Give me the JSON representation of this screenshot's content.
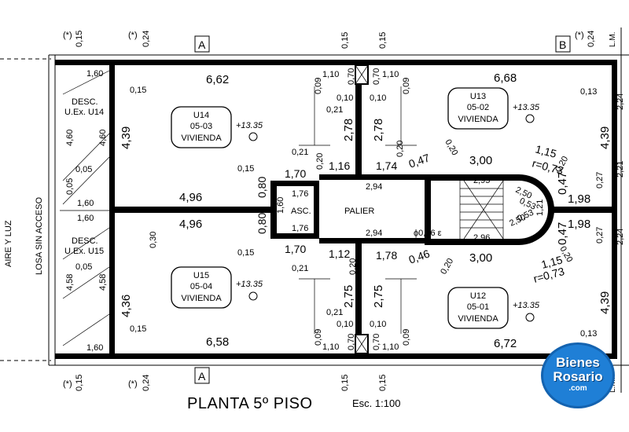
{
  "plan": {
    "title": "PLANTA 5º PISO",
    "scale": "Esc. 1:100",
    "section_a": "A",
    "section_b": "B",
    "lm": "L.M.",
    "left_labels": {
      "aire_luz": "AIRE Y LUZ",
      "losa": "LOSA SIN ACCESO"
    },
    "central": {
      "asc": "ASC.",
      "palier": "PALIER"
    },
    "units": [
      {
        "id": "U14",
        "code": "05-03",
        "type": "VIVIENDA",
        "level": "+13.35"
      },
      {
        "id": "U13",
        "code": "05-02",
        "type": "VIVIENDA",
        "level": "+13.35"
      },
      {
        "id": "U15",
        "code": "05-04",
        "type": "VIVIENDA",
        "level": "+13.35"
      },
      {
        "id": "U12",
        "code": "05-01",
        "type": "VIVIENDA",
        "level": "+13.35"
      }
    ],
    "desc": [
      {
        "line1": "DESC.",
        "line2": "U.Ex. U14"
      },
      {
        "line1": "DESC.",
        "line2": "U.Ex. U15"
      }
    ],
    "dims": {
      "d_662": "6,62",
      "d_668": "6,68",
      "d_658": "6,58",
      "d_672": "6,72",
      "d_496": "4,96",
      "d_198": "1,98",
      "d_439": "4,39",
      "d_436": "4,36",
      "d_170": "1,70",
      "d_116": "1,16",
      "d_174": "1,74",
      "d_112": "1,12",
      "d_178": "1,78",
      "d_300": "3,00",
      "d_278": "2,78",
      "d_275": "2,75",
      "d_080": "0,80",
      "d_047": "0,47",
      "d_046": "0,46",
      "d_294": "2,94",
      "d_176": "1,76",
      "d_160": "1,60",
      "d_015": "0,15",
      "d_024": "0,24",
      "d_013": "0,13",
      "d_110": "1,10",
      "d_070": "0,70",
      "d_010": "0,10",
      "d_021": "0,21",
      "d_009": "0,09",
      "d_020": "0,20",
      "d_030": "0,30",
      "d_460": "4,60",
      "d_458": "4,58",
      "d_005": "0,05",
      "d_295": "2,95",
      "d_296": "2,96",
      "d_250": "2,50",
      "d_053": "0,53",
      "d_121": "1,21",
      "d_115": "1,15",
      "d_r073": "r=0,73",
      "d_027": "0,27",
      "d_221": "2,21",
      "d_224": "2,24",
      "d_phi046": "ϕ0,46 ε",
      "d_star": "(*)"
    }
  }
}
